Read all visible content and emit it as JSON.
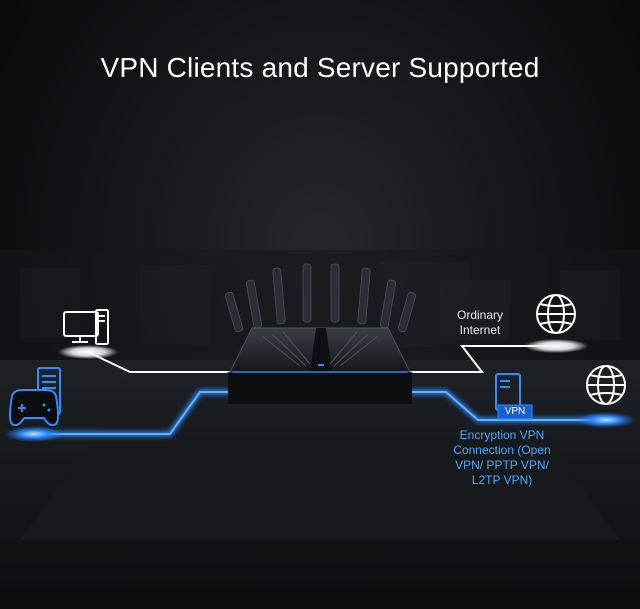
{
  "title": "VPN Clients and Server Supported",
  "labels": {
    "ordinary_internet": "Ordinary\nInternet",
    "vpn_badge": "VPN",
    "encryption_caption": "Encryption VPN\nConnection (Open\nVPN/ PPTP VPN/\nL2TP VPN)"
  },
  "colors": {
    "background": "#0b0c0e",
    "title_text": "#ffffff",
    "ordinary_line": "#ffffff",
    "vpn_line": "#2f8cff",
    "vpn_caption": "#49a8ff"
  },
  "icons": [
    "desktop-computer-icon",
    "gamepad-icon",
    "server-icon",
    "globe-icon",
    "router-image"
  ]
}
